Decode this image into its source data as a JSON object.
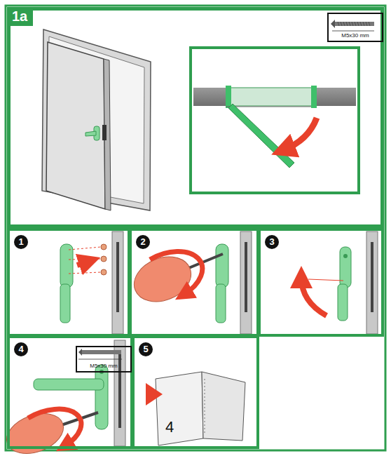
{
  "diagram": {
    "nodes": [
      {
        "text": [
          "1a"
        ]
      },
      {
        "text": [
          "M5x30 mm"
        ],
        "in": 0
      },
      {
        "text": [
          "1"
        ]
      },
      {
        "text": [
          "2"
        ]
      },
      {
        "text": [
          "3"
        ]
      },
      {
        "text": [
          "4"
        ]
      },
      {
        "text": [
          "5"
        ]
      },
      {
        "text": [
          "M5x30 mm"
        ],
        "in": 5
      }
    ],
    "labels": [
      "4"
    ]
  }
}
